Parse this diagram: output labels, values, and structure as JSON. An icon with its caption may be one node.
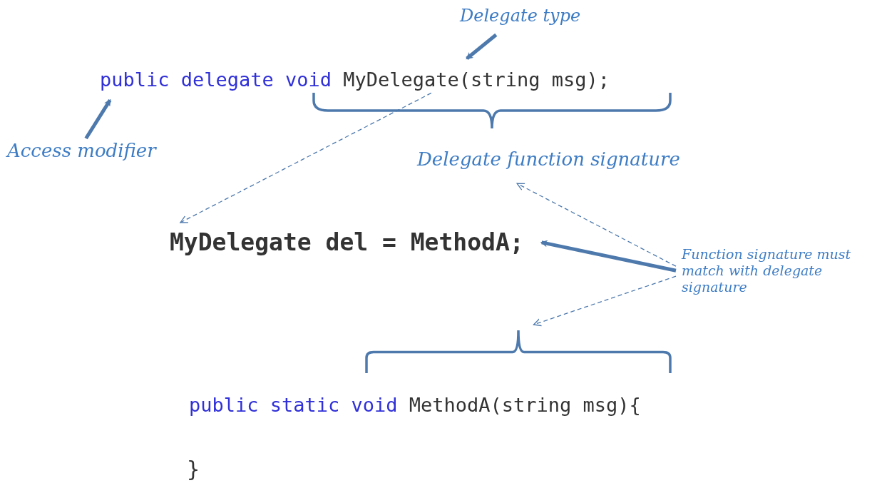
{
  "diagram": {
    "nodes": [
      {
        "text": [
          "Delegate type"
        ]
      },
      {
        "text": [
          "public",
          "delegate",
          "void",
          "MyDelegate(string msg);"
        ]
      },
      {
        "text": [
          "Access modifier"
        ]
      },
      {
        "text": [
          "Delegate function signature"
        ]
      },
      {
        "text": [
          "MyDelegate del = MethodA;"
        ]
      },
      {
        "text": [
          "Function signature must match with delegate signature"
        ]
      },
      {
        "text": [],
        "shape": "bracket"
      },
      {
        "text": [
          "public",
          "static",
          "void",
          "MethodA(string msg){"
        ]
      }
    ],
    "edges": [
      {
        "from": 0,
        "to": 1,
        "arrow": "to",
        "style": "thick"
      },
      {
        "from": 2,
        "to": 1,
        "arrow": "to",
        "style": "thick"
      },
      {
        "from": 1,
        "to": 4,
        "arrow": "to",
        "style": "dashed"
      },
      {
        "from": 5,
        "to": 4,
        "arrow": "to",
        "style": "thick"
      },
      {
        "from": 5,
        "to": 3,
        "arrow": "to",
        "style": "dashed"
      },
      {
        "from": 5,
        "to": 6,
        "arrow": "to",
        "style": "dashed"
      }
    ],
    "labels": [
      "}"
    ]
  }
}
